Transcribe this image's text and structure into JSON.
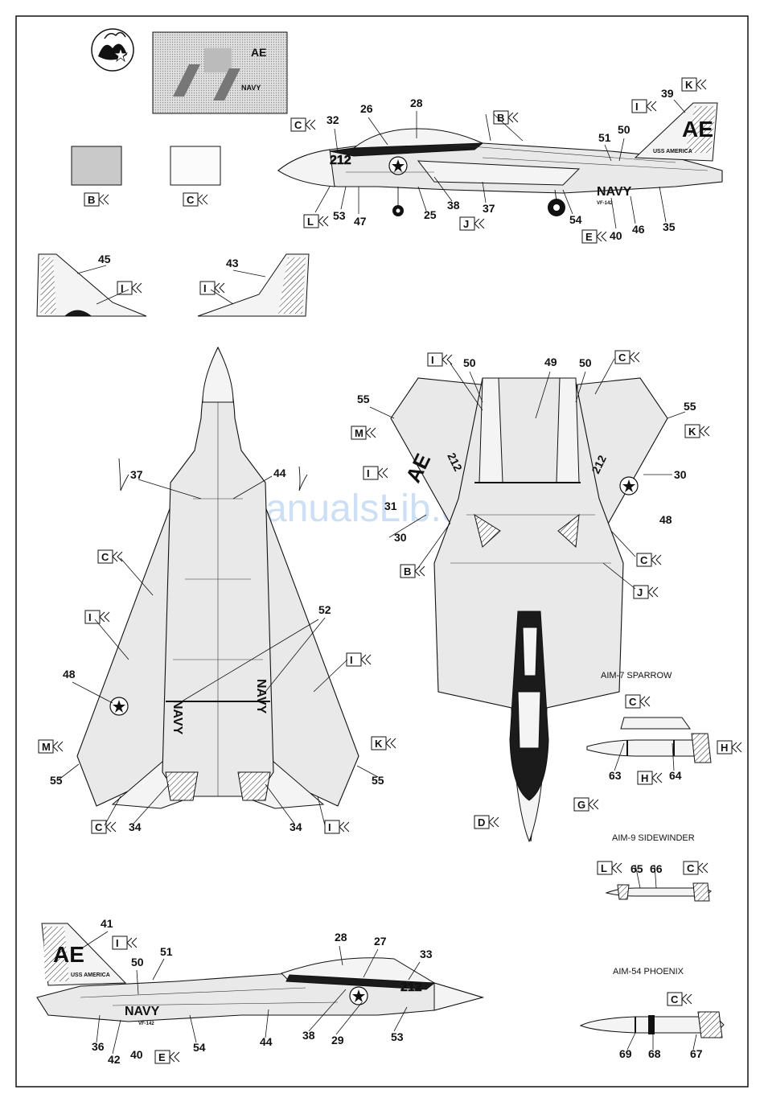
{
  "watermark": "ManualsLib.de",
  "captions": {
    "sparrow": "AIM-7 SPARROW",
    "sidewinder": "AIM-9 SIDEWINDER",
    "phoenix": "AIM-54 PHOENIX"
  },
  "markings": {
    "tail_code": "AE",
    "modex": "212",
    "service": "NAVY",
    "ship": "USS AMERICA",
    "squadron": "VF-142"
  },
  "swatches": {
    "left_tag": "B",
    "right_tag": "C"
  },
  "tags": {
    "t1": "C",
    "t2": "B",
    "t3": "K",
    "t4": "I",
    "t5": "L",
    "t6": "J",
    "t7": "E",
    "t8": "I",
    "t9": "I",
    "t10": "I",
    "t11": "C",
    "t12": "M",
    "t13": "K",
    "t14": "I",
    "t15": "B",
    "t16": "C",
    "t17": "J",
    "t18": "C",
    "t19": "I",
    "t20": "I",
    "t21": "M",
    "t22": "K",
    "t23": "C",
    "t24": "I",
    "t25": "C",
    "t26": "H",
    "t27": "H",
    "t28": "G",
    "t29": "D",
    "t30": "L",
    "t31": "C",
    "t32": "C",
    "t33": "I",
    "t34": "E"
  },
  "callouts": {
    "n1": "39",
    "n2": "28",
    "n3": "26",
    "n4": "32",
    "n5": "51",
    "n6": "50",
    "n7": "53",
    "n8": "47",
    "n9": "25",
    "n10": "38",
    "n11": "37",
    "n12": "54",
    "n13": "40",
    "n14": "46",
    "n15": "35",
    "n16": "45",
    "n17": "43",
    "n18": "50",
    "n19": "49",
    "n20": "50",
    "n21": "55",
    "n22": "55",
    "n23": "30",
    "n24": "31",
    "n25": "30",
    "n26": "48",
    "n27": "37",
    "n28": "44",
    "n29": "52",
    "n30": "48",
    "n31": "55",
    "n32": "55",
    "n33": "34",
    "n34": "34",
    "n35": "63",
    "n36": "64",
    "n37": "65",
    "n38": "66",
    "n39": "69",
    "n40": "68",
    "n41": "67",
    "n42": "41",
    "n43": "51",
    "n44": "50",
    "n45": "28",
    "n46": "27",
    "n47": "33",
    "n48": "36",
    "n49": "42",
    "n50": "40",
    "n51": "54",
    "n52": "44",
    "n53": "38",
    "n54": "29",
    "n55": "53"
  }
}
